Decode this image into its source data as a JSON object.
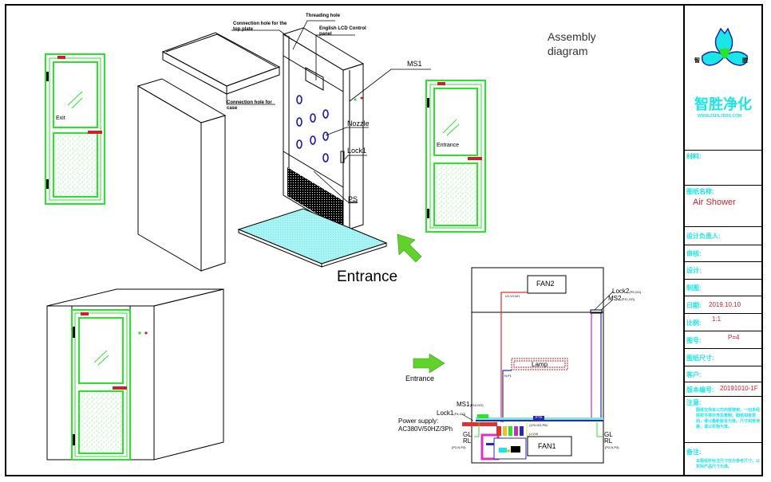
{
  "title": "Assembly diagram",
  "title_lines": [
    "Assembly",
    "diagram"
  ],
  "callouts": {
    "connection_top": [
      "Connection hole for the",
      "top plate"
    ],
    "threading_hole": "Threading hole",
    "lcd_panel": [
      "English LCD Control",
      "panel"
    ],
    "connection_case": [
      "Connection hole for",
      "case"
    ],
    "ms1": "MS1",
    "nozzle": "Nozzle",
    "lock1": "Lock1",
    "ps": "PS"
  },
  "doors": {
    "exit_label": "Exit",
    "entrance_label": "Entrance"
  },
  "entrance_main": "Entrance",
  "entrance_small": "Entrance",
  "wiring": {
    "fan2": "FAN2",
    "fan1": "FAN1",
    "lamp": "Lamp",
    "u1v1w1": "U1,V1,W1",
    "n_p1": "N,P1",
    "uvw": "U,V,W",
    "ps_label": "PS",
    "ps_sub": "(12V,GO,P6)",
    "lock2": "Lock2",
    "lock2_sub": "(P5,GO)",
    "ms2": "MS2",
    "ms2_sub": "(P11,GO)",
    "ms1": "MS1",
    "ms1_sub": "(P10,GO)",
    "lock1": "Lock1",
    "lock1_sub": "(P4,GO)",
    "power": [
      "Power supply:",
      "AC380V/50HZ/3Ph"
    ],
    "gl_left": "GL",
    "rl_left": "RL",
    "glrl_left_sub": "(P2,N,P3)",
    "gl_right": "GL",
    "rl_right": "RL",
    "glrl_right_sub": "(P2,N,P3)"
  },
  "title_block": {
    "logo_chars": [
      "智",
      "胜"
    ],
    "company_cn": "智胜净化",
    "website": "WWW.ZSFILTERS.COM",
    "rows": [
      {
        "label": "材料:",
        "value": ""
      },
      {
        "label": "图纸名称:",
        "value": "Air Shower"
      },
      {
        "label": "设计负责人:",
        "value": ""
      },
      {
        "label": "审核:",
        "value": ""
      },
      {
        "label": "设计:",
        "value": ""
      },
      {
        "label": "制图:",
        "value": ""
      },
      {
        "label": "日期:",
        "value": "2019.10.10"
      },
      {
        "label": "比例:",
        "value": "1:1"
      },
      {
        "label": "图号:",
        "value": "P=4"
      },
      {
        "label": "图纸尺寸:",
        "value": ""
      },
      {
        "label": "客户:",
        "value": ""
      },
      {
        "label": "版本编号:",
        "value": "20191010-1F"
      },
      {
        "label": "注意:",
        "value": ""
      },
      {
        "label": "备注:",
        "value": ""
      }
    ],
    "note_text": "图纸仅供本公司内部使用，一切未经授权不得外传及复制。图纸如有变动，请以最新版本为准。尺寸如有误差，请以实物为准。",
    "remark_text": "本图纸所标注尺寸仅为参考尺寸，以实际产品尺寸为准。"
  },
  "colors": {
    "door_green": "#27e627",
    "handle_red": "#d0202a",
    "nozzle_blue": "#1a1ab0",
    "cyan": "#19e6e6",
    "arrow_green": "#5fd32a"
  }
}
